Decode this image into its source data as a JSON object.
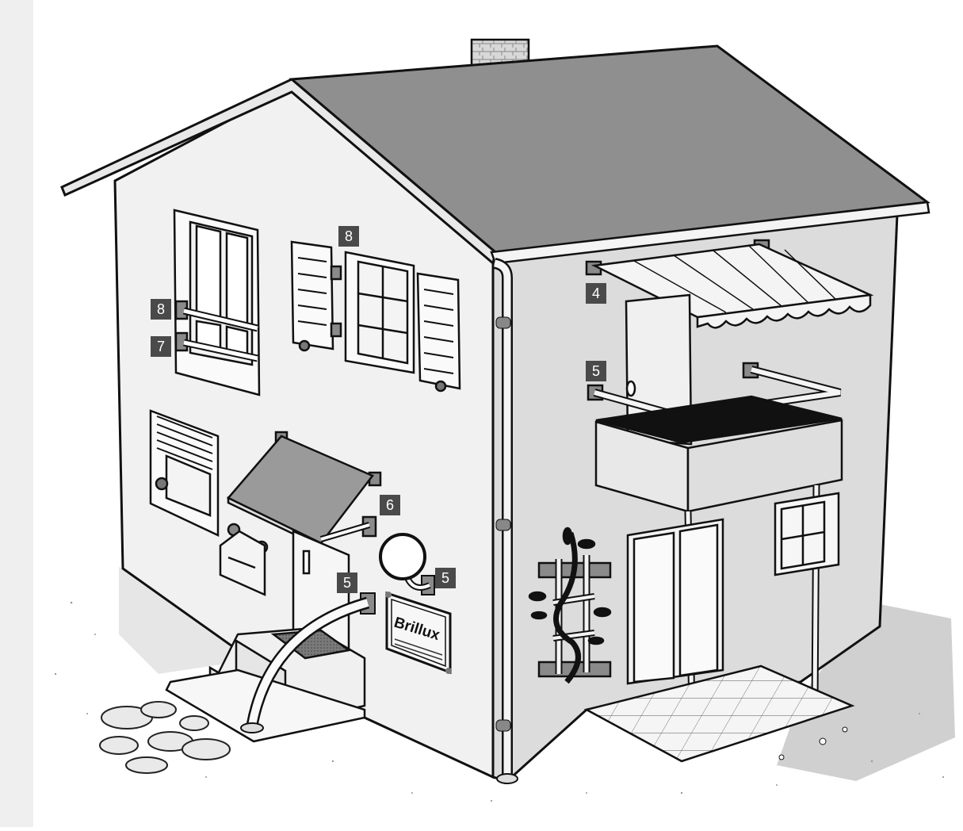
{
  "callouts": {
    "awning_anchor": "4",
    "balcony_rail_anchor": "5",
    "handrail_anchor": "5",
    "lamp_anchor": "5",
    "canopy_strut_anchor": "6",
    "window_rail_lower": "7",
    "window_rail_upper": "8",
    "shutter_anchor": "8"
  },
  "sign": {
    "brand": "Brillux"
  },
  "colors": {
    "label_bg": "#4a4a4a",
    "label_text": "#ffffff",
    "roof": "#8f8f8f",
    "wall_gable": "#f1f1f1",
    "wall_side": "#dcdcdc",
    "mount_plate": "#8a8a8a",
    "line": "#111111"
  }
}
